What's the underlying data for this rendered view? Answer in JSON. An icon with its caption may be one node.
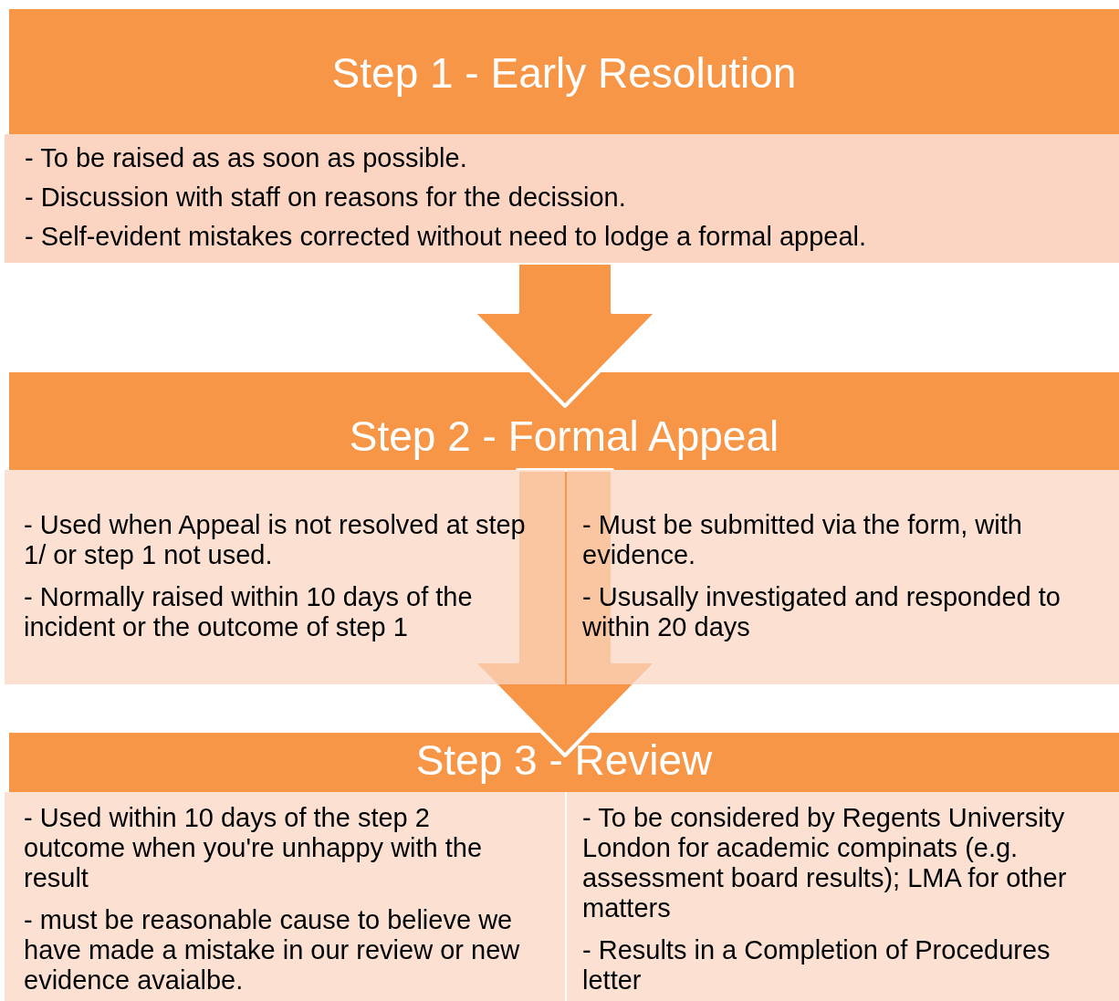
{
  "diagram": {
    "nodes": [
      {
        "text": [
          "Step 1 - Early Resolution"
        ]
      },
      {
        "text": [
          "- To be raised as as soon as possible.",
          "- Discussion with staff on reasons for the decission.",
          "- Self-evident mistakes corrected without need to lodge a formal appeal."
        ]
      },
      {
        "text": [
          "Step 2 - Formal Appeal"
        ]
      },
      {
        "text": [
          "- Used when Appeal is not resolved at step 1/ or step 1 not used.",
          "- Normally raised within 10 days of the incident or the outcome of step 1"
        ]
      },
      {
        "text": [
          "- Must be submitted via the form, with evidence.",
          "- Ususally investigated and responded to within 20 days"
        ]
      },
      {
        "text": [
          "Step 3 - Review"
        ]
      },
      {
        "text": [
          "- Used within 10 days of the step 2 outcome when you're unhappy with the result",
          "- must be reasonable cause to believe we have made a mistake in our review or new evidence avaialbe."
        ]
      },
      {
        "text": [
          "- To be considered by Regents University London for academic compinats (e.g. assessment board results); LMA for other matters",
          "- Results in a Completion of Procedures letter"
        ]
      }
    ],
    "edges": [
      {
        "from": 1,
        "to": 2,
        "arrow": "to",
        "style": "thick"
      },
      {
        "from": 2,
        "to": 5,
        "arrow": "to",
        "style": "thick"
      }
    ]
  }
}
